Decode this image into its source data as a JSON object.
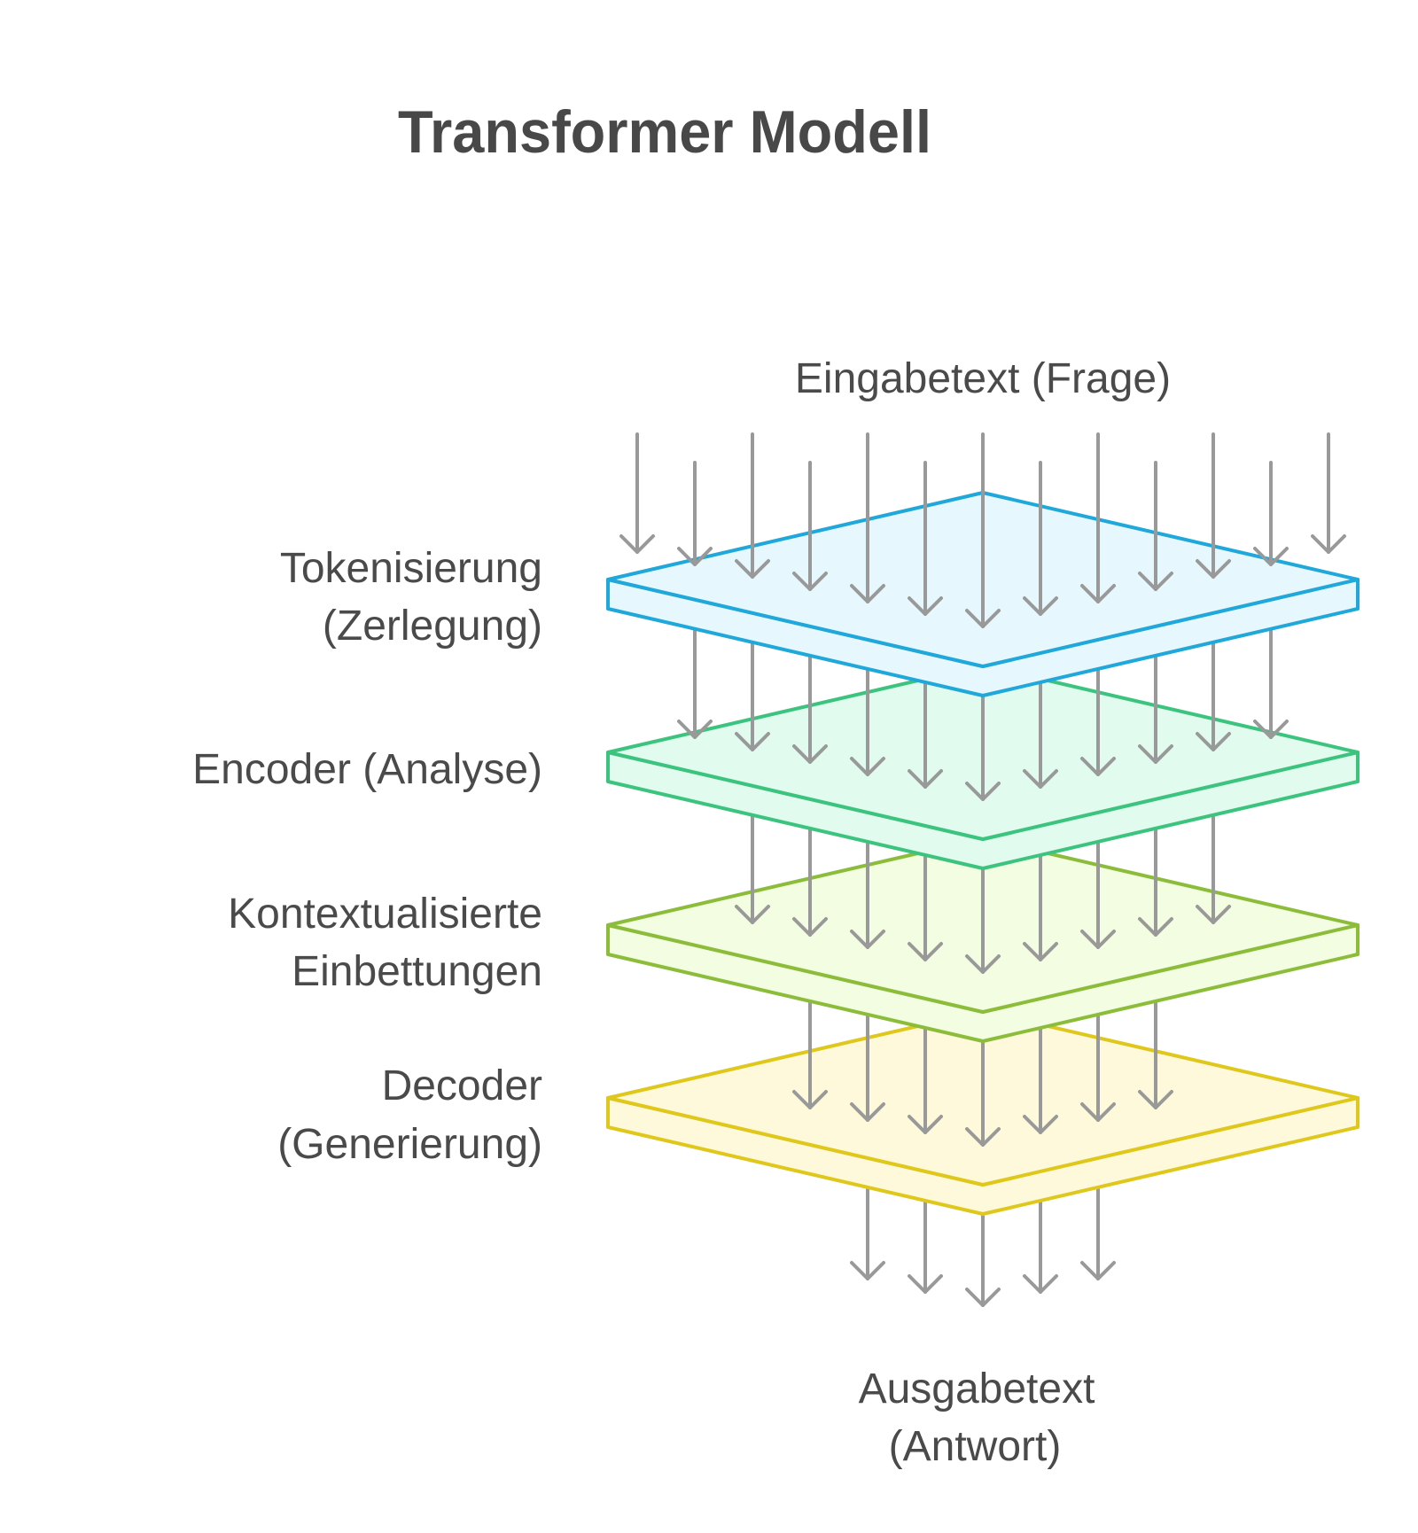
{
  "title": "Transformer Modell",
  "input_label": "Eingabetext (Frage)",
  "output_label": [
    "Ausgabetext",
    "(Antwort)"
  ],
  "layers": [
    {
      "id": "tokenization",
      "label_lines": [
        "Tokenisierung",
        "(Zerlegung)"
      ],
      "stroke": "#1fa8d9",
      "fill": "#e6f7fd",
      "incoming_arrows": 13
    },
    {
      "id": "encoder",
      "label_lines": [
        "Encoder (Analyse)"
      ],
      "stroke": "#3cc47f",
      "fill": "#e1fcef",
      "incoming_arrows": 11
    },
    {
      "id": "contextualized-embeddings",
      "label_lines": [
        "Kontextualisierte",
        "Einbettungen"
      ],
      "stroke": "#8cbd3a",
      "fill": "#f3fde1",
      "incoming_arrows": 9
    },
    {
      "id": "decoder",
      "label_lines": [
        "Decoder",
        "(Generierung)"
      ],
      "stroke": "#dfc81b",
      "fill": "#fff9dc",
      "incoming_arrows": 7
    }
  ],
  "output_arrows": 5,
  "arrow_color": "#999999",
  "text_color": "#4a4a4a"
}
